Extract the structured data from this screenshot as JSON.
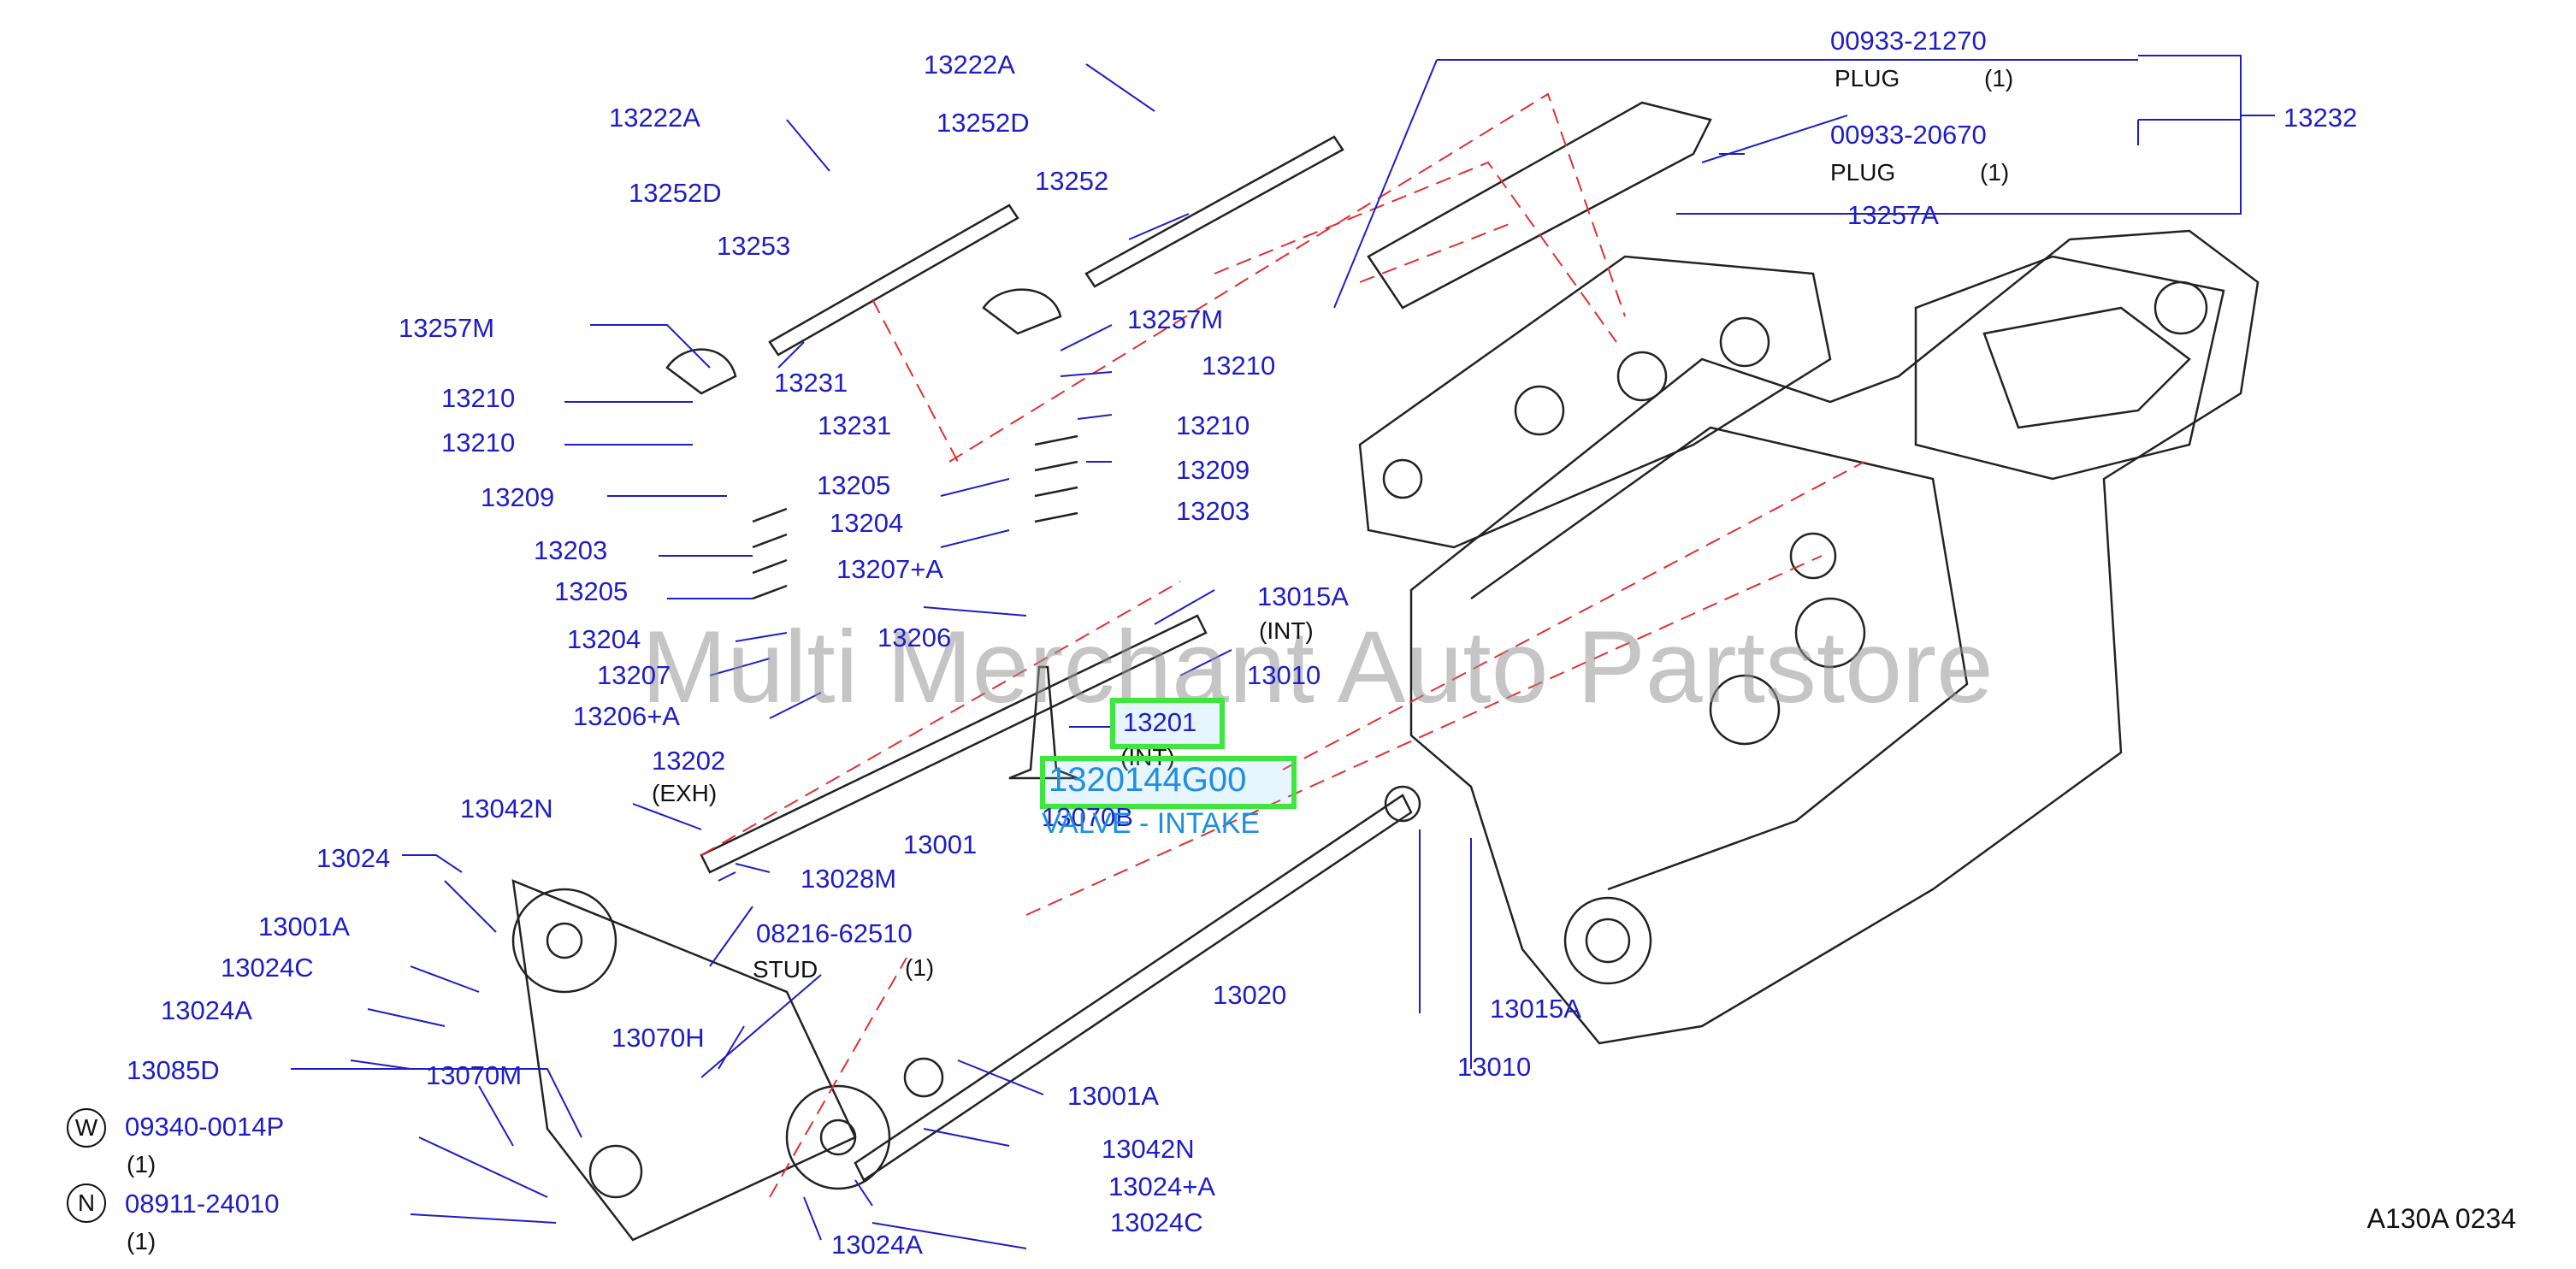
{
  "labels": {
    "p00933_21270": "00933-21270",
    "plug1": "PLUG",
    "plug1_qty": "(1)",
    "p13232": "13232",
    "p00933_20670": "00933-20670",
    "plug2": "PLUG",
    "plug2_qty": "(1)",
    "p13257A": "13257A",
    "p13222A_a": "13222A",
    "p13222A_b": "13222A",
    "p13252D_a": "13252D",
    "p13252D_b": "13252D",
    "p13252": "13252",
    "p13253": "13253",
    "p13257M_a": "13257M",
    "p13257M_b": "13257M",
    "p13210_a": "13210",
    "p13210_b": "13210",
    "p13210_c": "13210",
    "p13210_d": "13210",
    "p13231_a": "13231",
    "p13231_b": "13231",
    "p13209_a": "13209",
    "p13209_b": "13209",
    "p13205_a": "13205",
    "p13205_b": "13205",
    "p13203_a": "13203",
    "p13203_b": "13203",
    "p13204_a": "13204",
    "p13204_b": "13204",
    "p13207A": "13207+A",
    "p13207": "13207",
    "p13206": "13206",
    "p13206A": "13206+A",
    "p13015A_a": "13015A",
    "int_a": "(INT)",
    "p13010_a": "13010",
    "p13201": "13201",
    "int_b": "(INT)",
    "p13202": "13202",
    "exh": "(EXH)",
    "p1320144G00": "1320144G00",
    "p13070B": "13070B",
    "valve_intake": "VALVE - INTAKE",
    "p13042N_a": "13042N",
    "p13001": "13001",
    "p13024": "13024",
    "p13028M": "13028M",
    "p13001A_a": "13001A",
    "p08216": "08216-62510",
    "stud": "STUD",
    "stud_qty": "(1)",
    "p13024C_a": "13024C",
    "p13024A_a": "13024A",
    "p13085D": "13085D",
    "p13070H": "13070H",
    "p13070M": "13070M",
    "w_circle": "W",
    "p09340": "09340-0014P",
    "w_qty": "(1)",
    "n_circle": "N",
    "p08911": "08911-24010",
    "n_qty": "(1)",
    "p13020": "13020",
    "p13015A_b": "13015A",
    "p13010_b": "13010",
    "p13001A_b": "13001A",
    "p13042N_b": "13042N",
    "p13024A_plus": "13024+A",
    "p13024C_b": "13024C",
    "p13024A_b": "13024A",
    "figure_ref": "A130A  0234",
    "watermark": "Multi Merchant Auto Partstore"
  },
  "colors": {
    "label": "#1d1dc8",
    "highlight_border": "#3ee63e",
    "highlight_text": "#1e8fe0",
    "guide_line": "#e03030"
  }
}
